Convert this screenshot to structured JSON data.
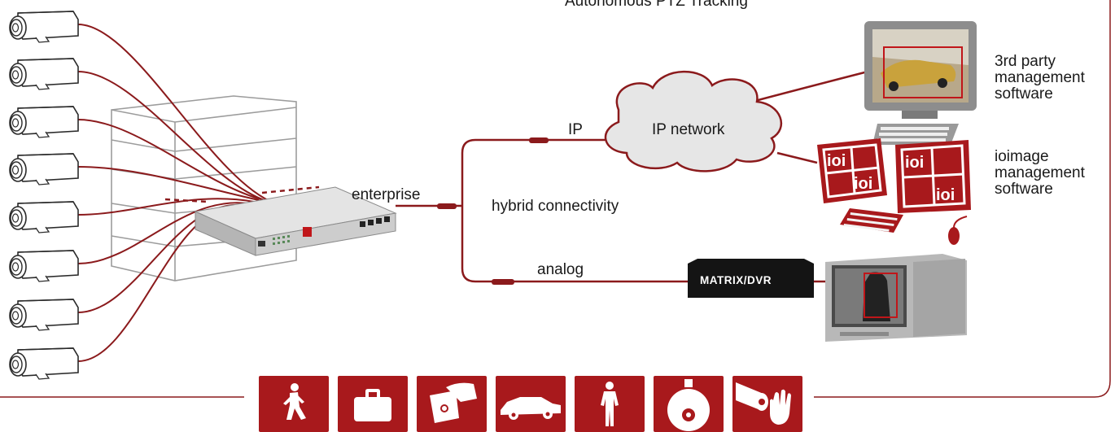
{
  "diagram": {
    "top_caption": "Autonomous PTZ Tracking",
    "labels": {
      "enterprise": "enterprise",
      "ip": "IP",
      "ip_network": "IP network",
      "hybrid": "hybrid connectivity",
      "analog": "analog",
      "matrix_dvr": "MATRIX/DVR",
      "third_party": "3rd party management software",
      "ioimage_software": "ioimage management software"
    },
    "logo_text": "ioi",
    "camera_count": 8,
    "icon_tiles": [
      "walking-person-icon",
      "briefcase-icon",
      "hand-tag-icon",
      "car-icon",
      "standing-person-icon",
      "ptz-dome-camera-icon",
      "hand-camera-tamper-icon"
    ],
    "colors": {
      "accent": "#a8191c",
      "cable": "#8b1a1c",
      "rack": "#9a9a9a",
      "text": "#1a1a1a"
    }
  }
}
